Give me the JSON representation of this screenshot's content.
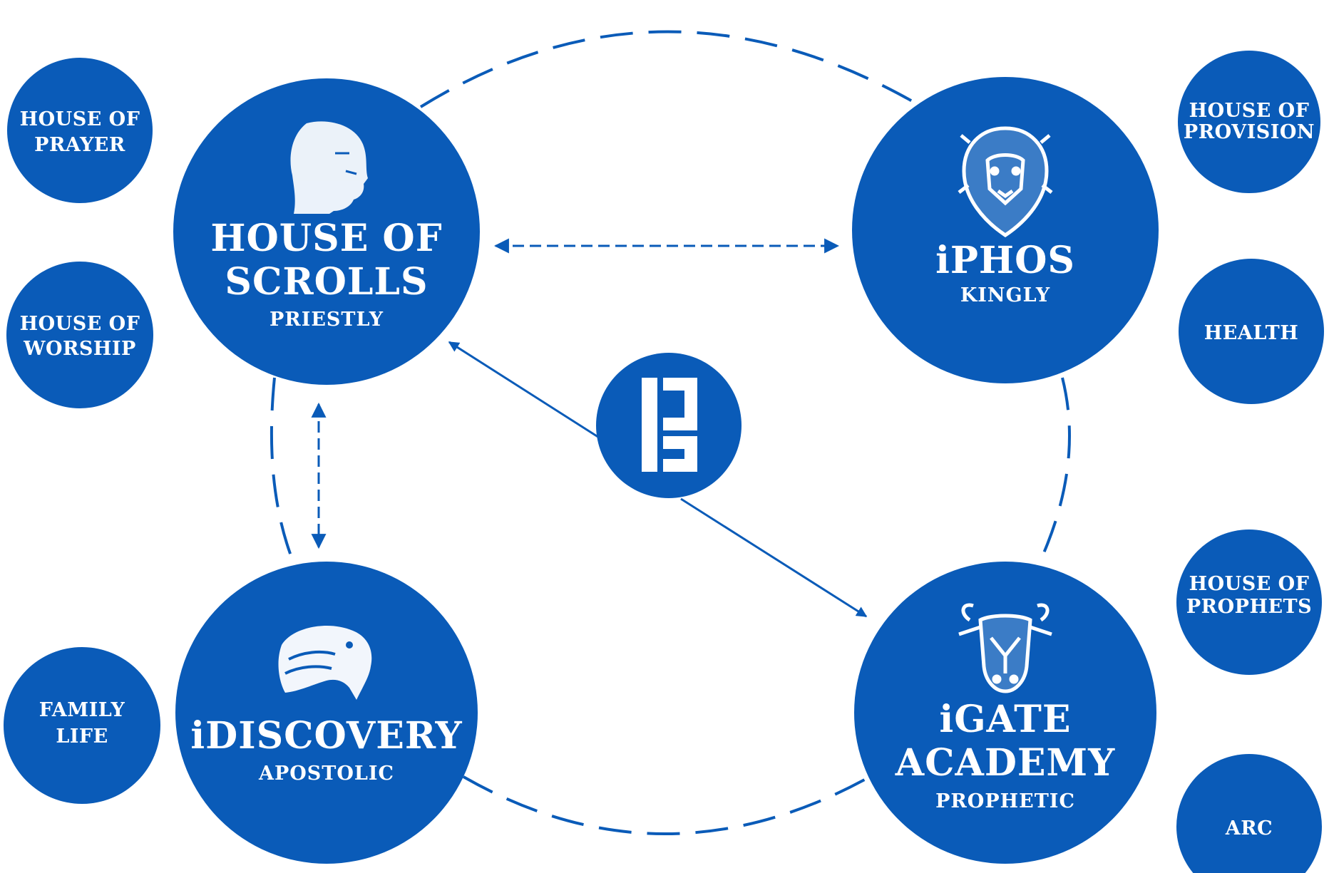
{
  "colors": {
    "primary": "#0a5bb8",
    "text": "#ffffff",
    "background": "#ffffff"
  },
  "main_nodes": {
    "scrolls": {
      "title_line1": "HOUSE OF",
      "title_line2": "SCROLLS",
      "subtitle": "PRIESTLY",
      "icon": "man-head-icon"
    },
    "iphos": {
      "title_line1": "iPHOS",
      "subtitle": "KINGLY",
      "icon": "lion-head-icon"
    },
    "idiscovery": {
      "title_line1": "iDISCOVERY",
      "subtitle": "APOSTOLIC",
      "icon": "eagle-head-icon"
    },
    "igate": {
      "title_line1": "iGATE",
      "title_line2": "ACADEMY",
      "subtitle": "PROPHETIC",
      "icon": "ox-head-icon"
    }
  },
  "center_logo": {
    "icon": "ig-logo-icon"
  },
  "side_nodes": {
    "prayer": {
      "line1": "HOUSE OF",
      "line2": "PRAYER"
    },
    "worship": {
      "line1": "HOUSE OF",
      "line2": "WORSHIP"
    },
    "family": {
      "line1": "FAMILY",
      "line2": "LIFE"
    },
    "provision": {
      "line1": "HOUSE OF",
      "line2": "PROVISION"
    },
    "health": {
      "line1": "HEALTH"
    },
    "prophets": {
      "line1": "HOUSE OF",
      "line2": "PROPHETS"
    },
    "arc": {
      "line1": "ARC"
    }
  }
}
